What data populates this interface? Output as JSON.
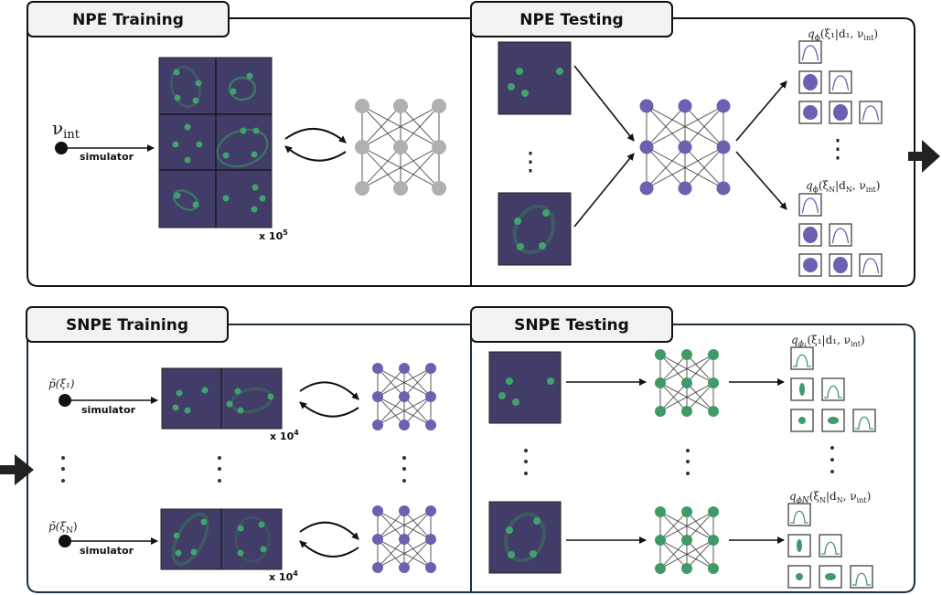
{
  "colors": {
    "panel_bg": "#413d68",
    "dot_green": "#3fa36b",
    "ring_green": "#3b7d65",
    "nn_gray": "#b0b0b0",
    "nn_purple": "#6a61b0",
    "nn_green": "#3f9a68",
    "border_dark": "#111111",
    "border_navy": "#1b2f40",
    "tab_bg": "#f2f2f2"
  },
  "panels": {
    "npe_training": {
      "title": "NPE Training",
      "input_label_base": "ν",
      "input_label_sub": "int",
      "arrow_label": "simulator",
      "multiplier_base": "x 10",
      "multiplier_exp": "5"
    },
    "npe_testing": {
      "title": "NPE Testing",
      "posterior_1": "q",
      "posterior_1_sub": "ϕ",
      "posterior_1_args": "(ξ₁|d₁, ν",
      "posterior_1_args_sub": "int",
      "posterior_1_close": ")",
      "posterior_n": "q",
      "posterior_n_sub": "ϕ",
      "posterior_n_args": "(ξ",
      "posterior_n_args_sub": "N",
      "posterior_n_mid": "|d",
      "posterior_n_mid_sub": "N",
      "posterior_n_tail": ", ν",
      "posterior_n_tail_sub": "int",
      "posterior_n_close": ")",
      "ellipsis": "⋮"
    },
    "snpe_training": {
      "title": "SNPE Training",
      "prior_1": "p̃(ξ₁)",
      "prior_n": "p̃(ξ",
      "prior_n_sub": "N",
      "prior_n_close": ")",
      "arrow_label": "simulator",
      "multiplier_base": "x 10",
      "multiplier_exp": "4"
    },
    "snpe_testing": {
      "title": "SNPE Testing",
      "posterior_1": "q",
      "posterior_1_sub": "ϕ₁",
      "posterior_1_args": "(ξ₁|d₁, ν",
      "posterior_1_args_sub": "int",
      "posterior_1_close": ")",
      "posterior_n": "q",
      "posterior_n_sub": "ϕN",
      "posterior_n_args": "(ξ",
      "posterior_n_args_sub": "N",
      "posterior_n_mid": "|d",
      "posterior_n_mid_sub": "N",
      "posterior_n_tail": ", ν",
      "posterior_n_tail_sub": "int",
      "posterior_n_close": ")"
    }
  },
  "icons": {
    "flow_arrow": "right-arrow-icon",
    "neural_net": "neural-network-icon",
    "exchange": "bidirectional-arrows-icon"
  }
}
